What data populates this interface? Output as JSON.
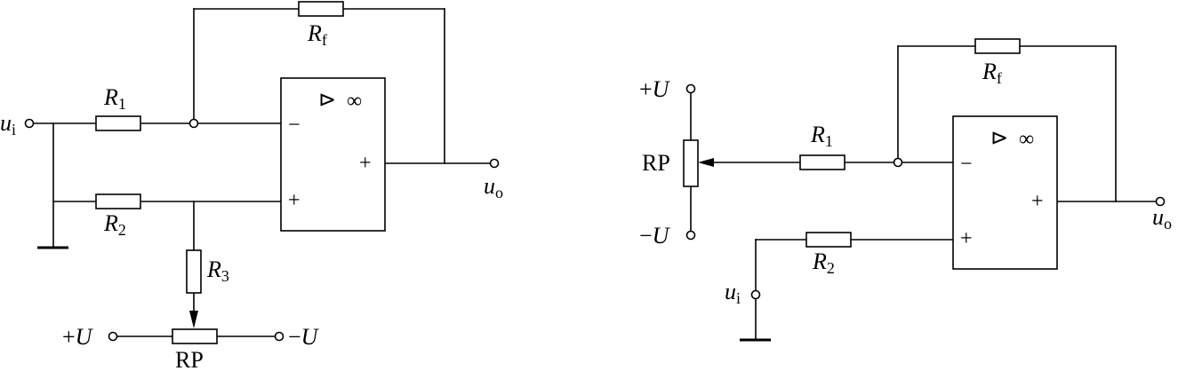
{
  "circuit_a": {
    "input": {
      "symbol": "u",
      "sub": "i"
    },
    "output": {
      "symbol": "u",
      "sub": "o"
    },
    "r1": {
      "symbol": "R",
      "sub": "1"
    },
    "r2": {
      "symbol": "R",
      "sub": "2"
    },
    "r3": {
      "symbol": "R",
      "sub": "3"
    },
    "rf": {
      "symbol": "R",
      "sub": "f"
    },
    "rp": "RP",
    "plus_supply": {
      "sign": "+",
      "symbol": "U"
    },
    "minus_supply": {
      "sign": "−",
      "symbol": "U"
    },
    "opamp": {
      "triangle": "⊳",
      "gain": "∞",
      "inverting": "−",
      "non_inverting": "+",
      "output": "+"
    }
  },
  "circuit_b": {
    "input": {
      "symbol": "u",
      "sub": "i"
    },
    "output": {
      "symbol": "u",
      "sub": "o"
    },
    "r1": {
      "symbol": "R",
      "sub": "1"
    },
    "r2": {
      "symbol": "R",
      "sub": "2"
    },
    "rf": {
      "symbol": "R",
      "sub": "f"
    },
    "rp": "RP",
    "plus_supply": {
      "sign": "+",
      "symbol": "U"
    },
    "minus_supply": {
      "sign": "−",
      "symbol": "U"
    },
    "opamp": {
      "triangle": "⊳",
      "gain": "∞",
      "inverting": "−",
      "non_inverting": "+",
      "output": "+"
    }
  }
}
